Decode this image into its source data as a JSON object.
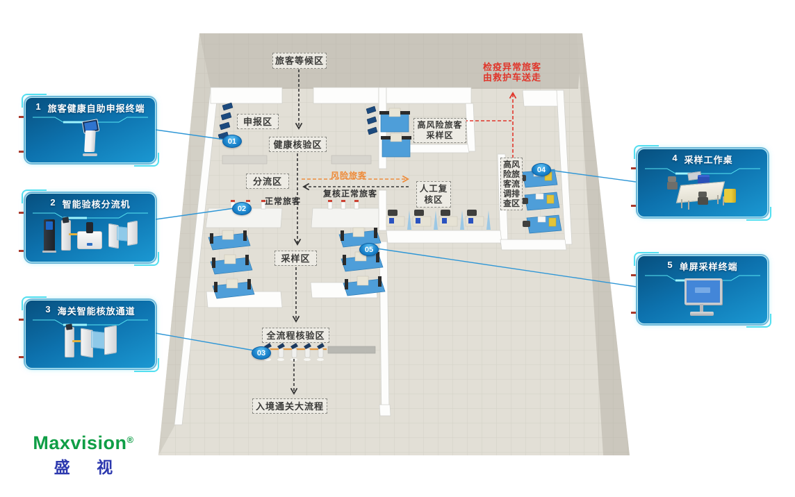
{
  "floor_plan": {
    "zones": [
      {
        "id": "waiting",
        "label": "旅客等候区"
      },
      {
        "id": "declare",
        "label": "申报区"
      },
      {
        "id": "health_check",
        "label": "健康核验区"
      },
      {
        "id": "divert",
        "label": "分流区"
      },
      {
        "id": "sampling",
        "label": "采样区"
      },
      {
        "id": "full_process",
        "label": "全流程核验区"
      },
      {
        "id": "entry_flow",
        "label": "入境通关大流程"
      },
      {
        "id": "manual_review",
        "label": "人工复核区"
      },
      {
        "id": "high_risk_sampling",
        "label": "高风险旅客采样区"
      },
      {
        "id": "high_risk_survey",
        "label": "高风险旅客流调排查区"
      }
    ],
    "flow_labels": {
      "risk": "风险旅客",
      "recheck_normal": "复核正常旅客",
      "normal": "正常旅客",
      "quarantine_line1": "检疫异常旅客",
      "quarantine_line2": "由救护车送走"
    },
    "markers": [
      {
        "label": "01"
      },
      {
        "label": "02"
      },
      {
        "label": "03"
      },
      {
        "label": "04"
      },
      {
        "label": "05"
      }
    ]
  },
  "callouts": [
    {
      "num": "1",
      "title": "旅客健康自助申报终端"
    },
    {
      "num": "2",
      "title": "智能验核分流机"
    },
    {
      "num": "3",
      "title": "海关智能核放通道"
    },
    {
      "num": "4",
      "title": "采样工作桌"
    },
    {
      "num": "5",
      "title": "单屏采样终端"
    }
  ],
  "logo": {
    "brand": "Maxvision",
    "registered": "®",
    "chinese": "盛 视"
  },
  "colors": {
    "callout_blue": "#0d72ae",
    "callout_cyan": "#52dff0",
    "marker_blue": "#1d86cd",
    "table_blue": "#4e9ed9",
    "risk_orange": "#ee8b3a",
    "alert_red": "#e0352a",
    "logo_green": "#0f9e46",
    "logo_blue": "#2c38ae",
    "floor_light": "#e2dfd6",
    "floor_dark": "#c9c5bb"
  }
}
